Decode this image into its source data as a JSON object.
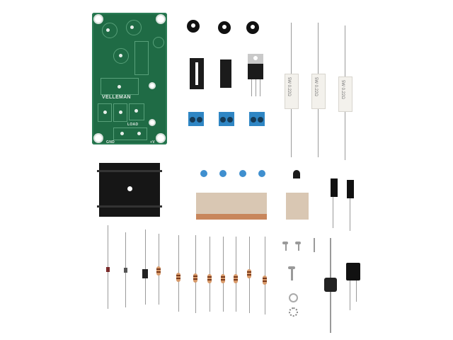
{
  "scene": {
    "description": "Electronics DIY kit components laid out on white background",
    "background": "#ffffff"
  },
  "pcb": {
    "brand_text": "VELLEMAN",
    "labels": [
      "GND",
      "LOAD",
      "+V"
    ],
    "color": "#1f6b45"
  },
  "components": {
    "trimmer_potentiometers": 3,
    "ic_socket": 1,
    "dip_ic": 1,
    "voltage_regulator_to220": 1,
    "screw_terminals": 3,
    "power_resistors": 3,
    "heatsink": 1,
    "ceramic_capacitors_on_tape": 4,
    "transistor_to92_on_tape": 1,
    "electrolytic_capacitors_small": 2,
    "electrolytic_capacitor_large": 1,
    "small_diodes": 3,
    "rectifier_diode": 1,
    "resistors": 8,
    "screws": 3,
    "nuts_washers": 2
  },
  "colors": {
    "terminal_blue": "#2f86c4",
    "capacitor_blue": "#3f8fcf",
    "resistor_body": "#d89a6a"
  }
}
